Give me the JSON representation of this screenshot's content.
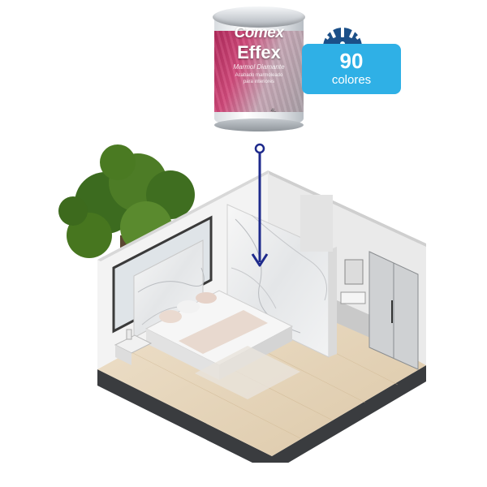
{
  "product": {
    "brand": "Comex",
    "name": "Effex",
    "subtitle": "Marmol Diamante",
    "tagline_1": "Acabado marmoleado",
    "tagline_2": "para interiores",
    "size": "4L"
  },
  "badge": {
    "count": "90",
    "label": "colores"
  },
  "colors": {
    "badge": "#2fb0e6",
    "arrow": "#1e2a8c",
    "label_magenta": "#c7336a"
  },
  "icons": {
    "swatch": "color-fan-icon",
    "arrow": "down-arrow-icon"
  }
}
